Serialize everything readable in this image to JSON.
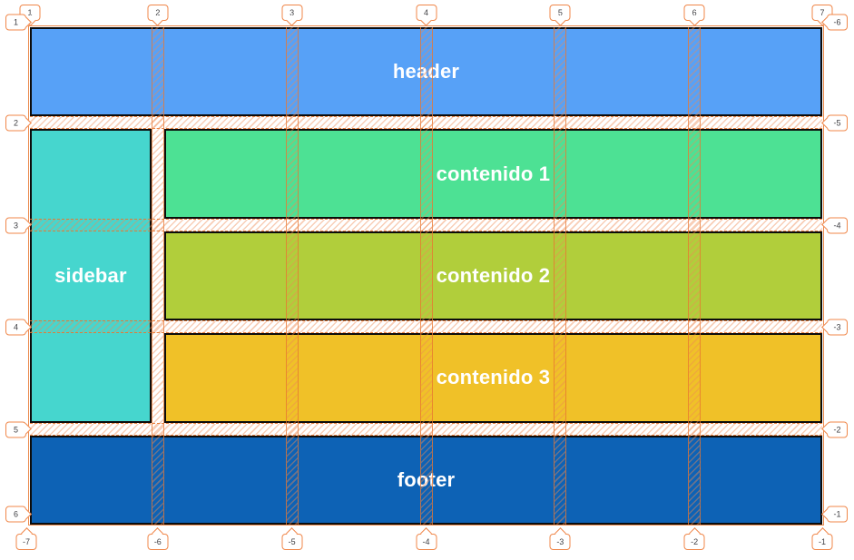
{
  "grid_inspector": {
    "accent_color": "#F0874A",
    "gap_line_color": "#E87A2D",
    "marker_text_color": "#3E3E42",
    "blocks": [
      {
        "id": "header",
        "label": "header",
        "color": "#57A1F7",
        "text_color": "#ffffff",
        "col_start": 1,
        "col_end": 7,
        "row_start": 1,
        "row_end": 2
      },
      {
        "id": "sidebar",
        "label": "sidebar",
        "color": "#46D6CE",
        "text_color": "#ffffff",
        "col_start": 1,
        "col_end": 2,
        "row_start": 2,
        "row_end": 5
      },
      {
        "id": "contenido-1",
        "label": "contenido 1",
        "color": "#4DE194",
        "text_color": "#ffffff",
        "col_start": 2,
        "col_end": 7,
        "row_start": 2,
        "row_end": 3
      },
      {
        "id": "contenido-2",
        "label": "contenido 2",
        "color": "#B1CE3B",
        "text_color": "#ffffff",
        "col_start": 2,
        "col_end": 7,
        "row_start": 3,
        "row_end": 4
      },
      {
        "id": "contenido-3",
        "label": "contenido 3",
        "color": "#F0C128",
        "text_color": "#ffffff",
        "col_start": 2,
        "col_end": 7,
        "row_start": 4,
        "row_end": 5
      },
      {
        "id": "footer",
        "label": "footer",
        "color": "#0D62B5",
        "text_color": "#ffffff",
        "col_start": 1,
        "col_end": 7,
        "row_start": 5,
        "row_end": 6
      }
    ],
    "markers": {
      "top": [
        "1",
        "2",
        "3",
        "4",
        "5",
        "6",
        "7"
      ],
      "left": [
        "1",
        "2",
        "3",
        "4",
        "5",
        "6"
      ],
      "right": [
        "-6",
        "-5",
        "-4",
        "-3",
        "-2",
        "-1"
      ],
      "bottom": [
        "-7",
        "-6",
        "-5",
        "-4",
        "-3",
        "-2",
        "-1"
      ]
    }
  }
}
